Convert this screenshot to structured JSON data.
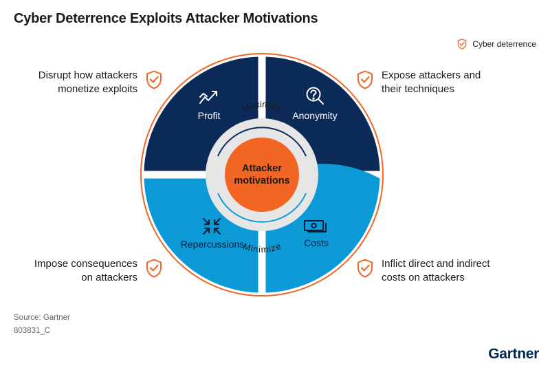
{
  "title": "Cyber Deterrence Exploits Attacker Motivations",
  "legend": {
    "label": "Cyber deterrence"
  },
  "center": {
    "line1": "Attacker",
    "line2": "motivations"
  },
  "ring": {
    "top_label": "Maximize",
    "bottom_label": "Minimize"
  },
  "quadrants": {
    "profit": {
      "label": "Profit",
      "icon": "trending-up-icon"
    },
    "anonymity": {
      "label": "Anonymity",
      "icon": "magnifier-question-icon"
    },
    "repercussions": {
      "label": "Repercussions",
      "icon": "compress-arrows-icon"
    },
    "costs": {
      "label": "Costs",
      "icon": "cash-icon"
    }
  },
  "callouts": {
    "top_left": {
      "line1": "Disrupt how attackers",
      "line2": "monetize exploits"
    },
    "top_right": {
      "line1": "Expose attackers and",
      "line2": "their techniques"
    },
    "bottom_left": {
      "line1": "Impose consequences",
      "line2": "on attackers"
    },
    "bottom_right": {
      "line1": "Inflict direct and indirect",
      "line2": "costs on attackers"
    }
  },
  "footer": {
    "source": "Source: Gartner",
    "code": "803831_C"
  },
  "brand": "Gartner",
  "colors": {
    "navy": "#0b2a57",
    "blue": "#0b9ad6",
    "orange": "#f26522",
    "ring_gray": "#e6e6e6"
  }
}
